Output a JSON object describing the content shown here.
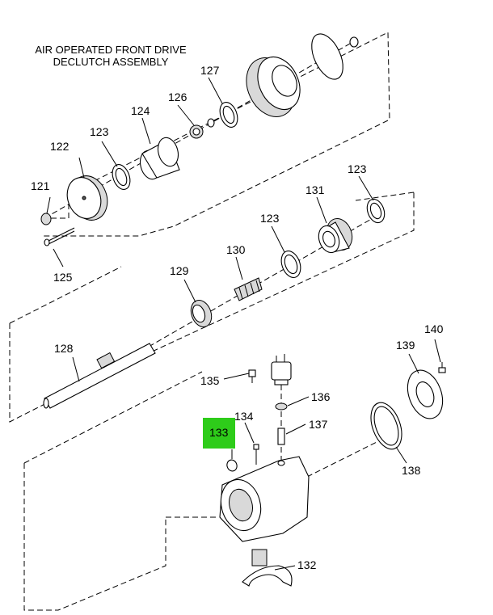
{
  "title_lines": [
    "AIR OPERATED FRONT DRIVE",
    "DECLUTCH ASSEMBLY"
  ],
  "highlight_color": "#2ecc1a",
  "highlighted_part": "133",
  "callouts": {
    "p121": "121",
    "p122": "122",
    "p123a": "123",
    "p123b": "123",
    "p123c": "123",
    "p124": "124",
    "p125": "125",
    "p126": "126",
    "p127": "127",
    "p128": "128",
    "p129": "129",
    "p130": "130",
    "p131": "131",
    "p132": "132",
    "p133": "133",
    "p134": "134",
    "p135": "135",
    "p136": "136",
    "p137": "137",
    "p138": "138",
    "p139": "139",
    "p140": "140"
  }
}
